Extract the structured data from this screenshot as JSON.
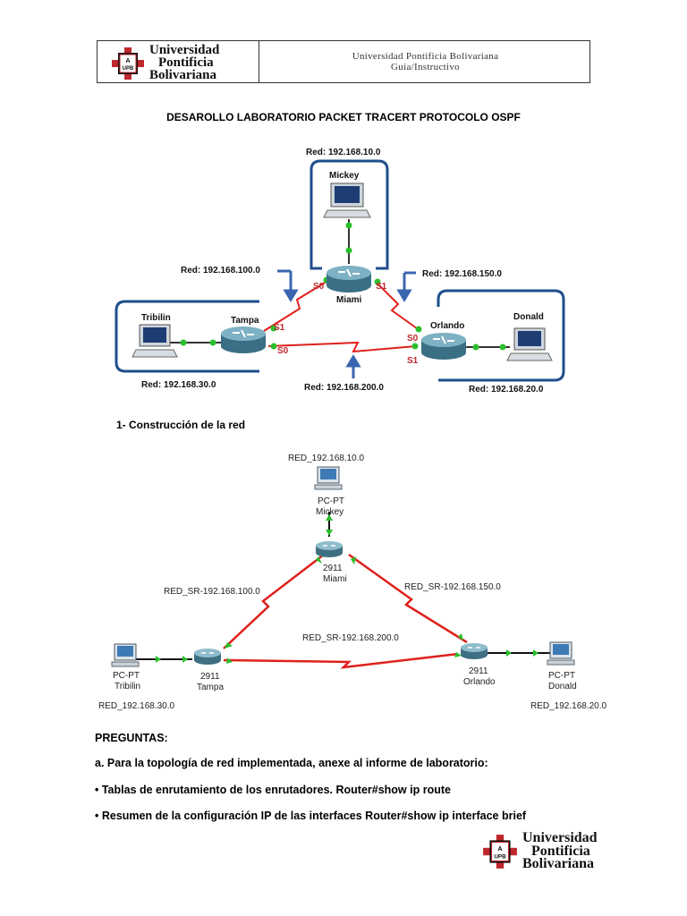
{
  "header": {
    "logo_lines": [
      "Universidad",
      "Pontificia",
      "Bolivariana"
    ],
    "crest_text": [
      "A",
      "UPB"
    ],
    "institution": "Universidad Pontificia Bolivariana",
    "doc_type": "Guía/Instructivo"
  },
  "title": "DESAROLLO LABORATORIO PACKET TRACERT PROTOCOLO OSPF",
  "topology": {
    "nets": {
      "mickey": "Red: 192.168.10.0",
      "tampa_miami": "Red: 192.168.100.0",
      "miami_orlando": "Red: 192.168.150.0",
      "tampa_orlando": "Red: 192.168.200.0",
      "tribilin": "Red: 192.168.30.0",
      "donald": "Red: 192.168.20.0"
    },
    "hosts": {
      "mickey": "Mickey",
      "tribilin": "Tribilin",
      "donald": "Donald"
    },
    "routers": {
      "miami": "Miami",
      "tampa": "Tampa",
      "orlando": "Orlando"
    },
    "interfaces": {
      "miami_s0": "S0",
      "miami_s1": "S1",
      "tampa_s1": "S1",
      "tampa_s0": "S0",
      "orlando_s0": "S0",
      "orlando_s1": "S1"
    }
  },
  "section_1": "1-   Construcción de la red",
  "packet_tracer": {
    "nets": {
      "mickey": "RED_192.168.10.0",
      "tampa_miami": "RED_SR-192.168.100.0",
      "miami_orlando": "RED_SR-192.168.150.0",
      "tampa_orlando": "RED_SR-192.168.200.0",
      "tribilin": "RED_192.168.30.0",
      "donald": "RED_192.168.20.0"
    },
    "pc_type": "PC-PT",
    "router_model": "2911",
    "hosts": {
      "mickey": "Mickey",
      "tribilin": "Tribilin",
      "donald": "Donald"
    },
    "routers": {
      "miami": "Miami",
      "tampa": "Tampa",
      "orlando": "Orlando"
    }
  },
  "questions": {
    "heading": "PREGUNTAS:",
    "a": "a. Para la topología de red implementada, anexe al informe de laboratorio:",
    "b1": "• Tablas de enrutamiento de los enrutadores. Router#show ip route",
    "b2": "• Resumen de la configuración IP de las interfaces Router#show ip interface brief"
  },
  "colors": {
    "serial_link": "#e0201c",
    "link_green": "#2bbf2b",
    "frame_blue": "#1f4e8c",
    "interface_red": "#c0272d"
  }
}
